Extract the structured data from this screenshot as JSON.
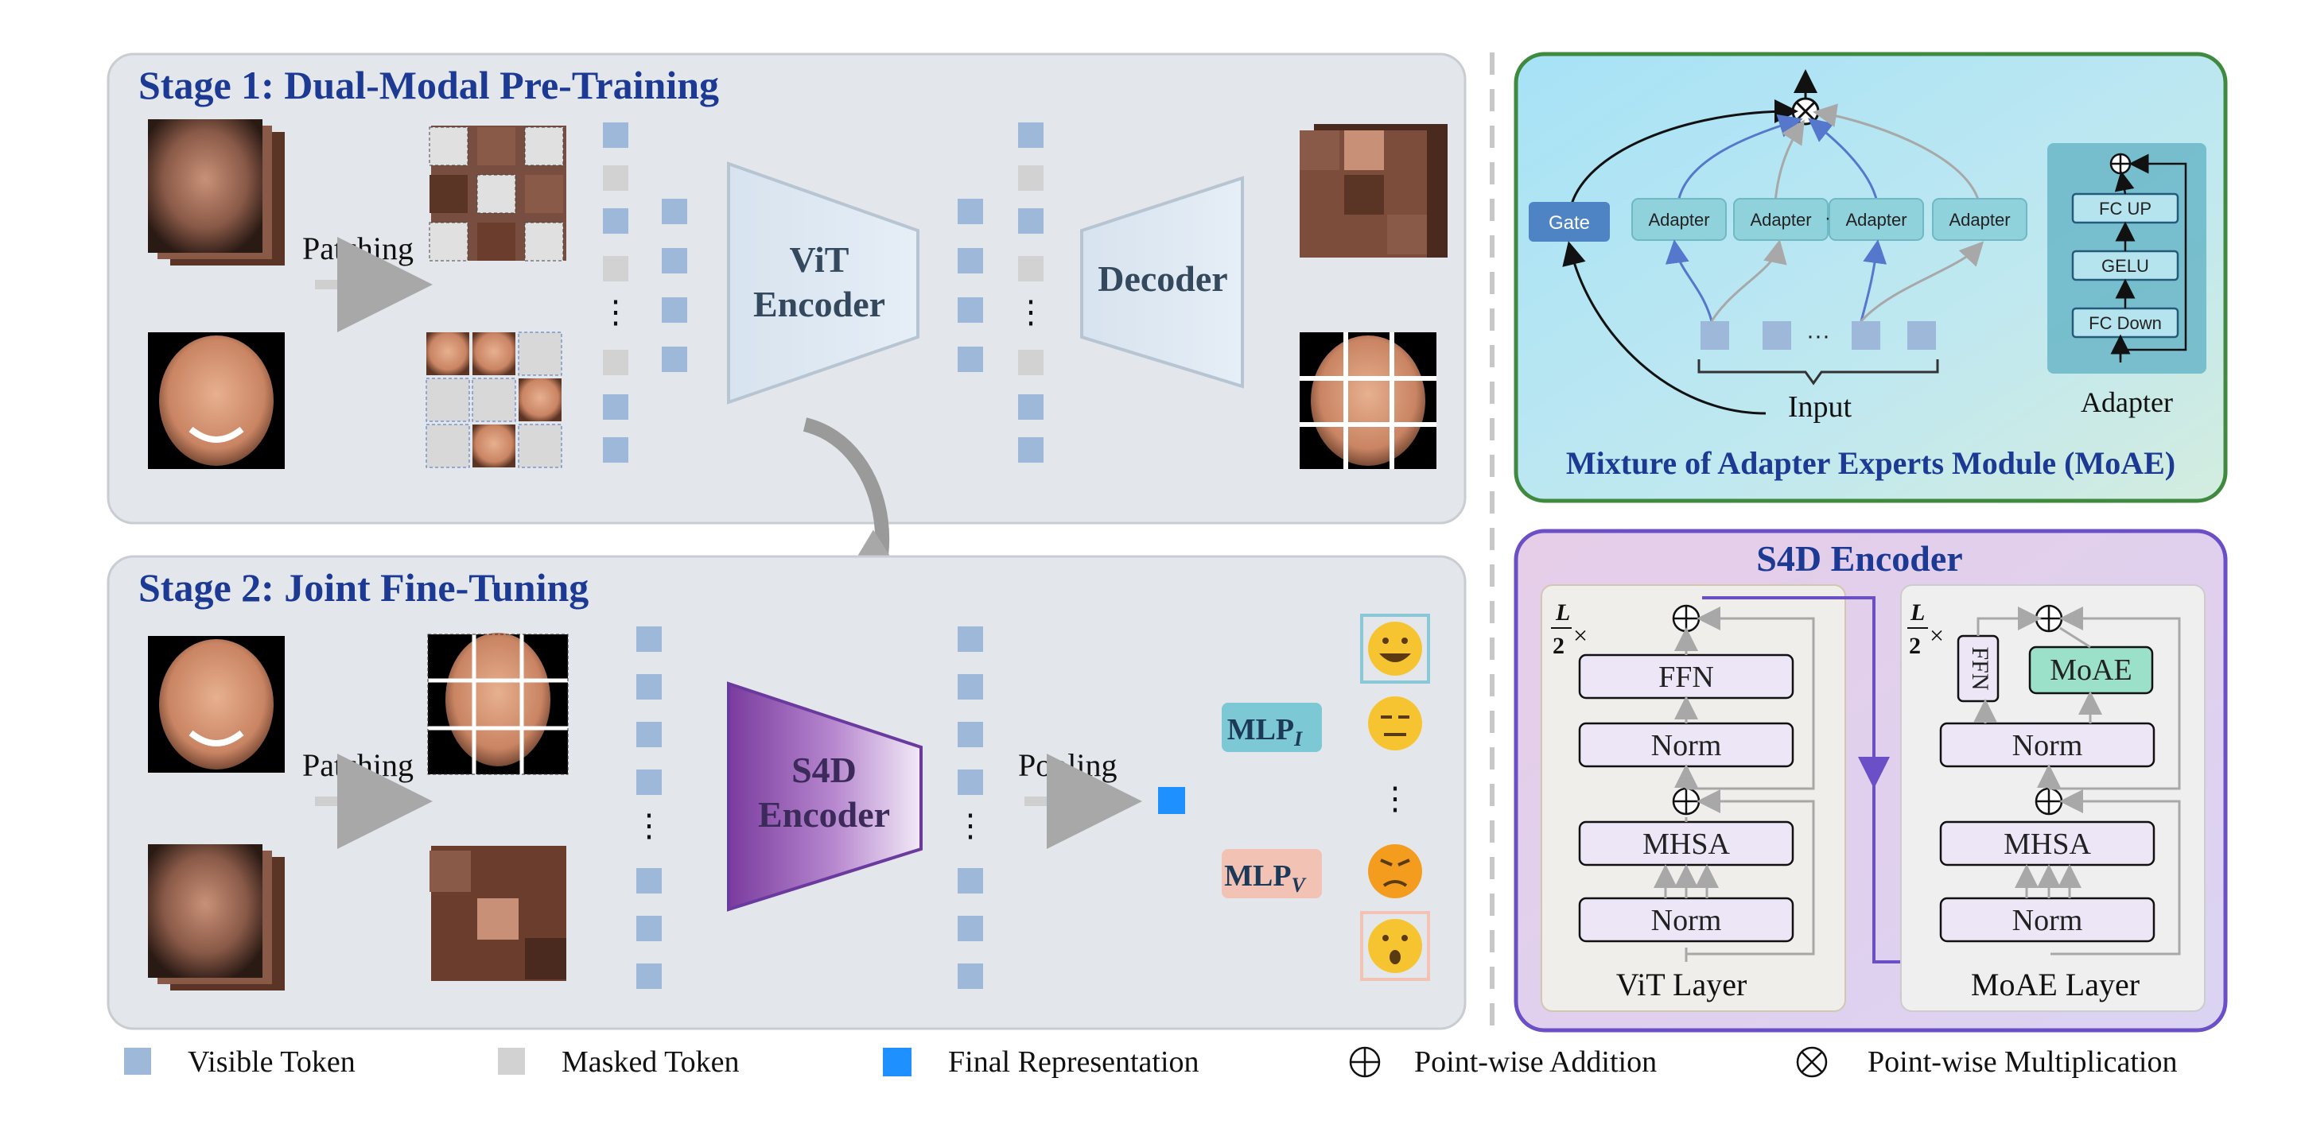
{
  "stage1": {
    "title": "Stage 1: Dual-Modal Pre-Training",
    "patching": "Patching",
    "encoder": [
      "ViT",
      "Encoder"
    ],
    "decoder": "Decoder"
  },
  "stage2": {
    "title": "Stage 2: Joint Fine-Tuning",
    "patching": "Patching",
    "encoder": [
      "S4D",
      "Encoder"
    ],
    "pooling": "Pooling",
    "mlp_i": "MLP",
    "mlp_i_sub": "I",
    "mlp_v": "MLP",
    "mlp_v_sub": "V"
  },
  "moae": {
    "title": "Mixture of Adapter Experts Module (MoAE)",
    "gate": "Gate",
    "adapters": [
      "Adapter",
      "Adapter",
      "Adapter",
      "Adapter"
    ],
    "dots": "···",
    "input_dots": "···",
    "input": "Input",
    "adapter_detail": {
      "layers": [
        "FC UP",
        "GELU",
        "FC Down"
      ],
      "caption": "Adapter"
    }
  },
  "s4d": {
    "title": "S4D Encoder",
    "repeat_num": "L",
    "repeat_den": "2",
    "repeat_times": "×",
    "vit_layer": {
      "blocks": [
        "FFN",
        "Norm",
        "MHSA",
        "Norm"
      ],
      "caption": "ViT Layer"
    },
    "moae_layer": {
      "ffn": "FFN",
      "moae": "MoAE",
      "blocks": [
        "Norm",
        "MHSA",
        "Norm"
      ],
      "caption": "MoAE Layer"
    }
  },
  "legend": [
    "Visible Token",
    "Masked Token",
    "Final Representation",
    "Point-wise Addition",
    "Point-wise Multiplication"
  ],
  "emotions": [
    "grinning-face",
    "expressionless-face",
    "angry-face",
    "hushed-face"
  ],
  "colors": {
    "visible_token": "#9db8d8",
    "masked_token": "#d2d2d2",
    "final_token": "#1e90ff",
    "title_blue": "#1c3a94",
    "moae_border": "#3f8a3f",
    "s4d_border": "#6a4fc6"
  }
}
